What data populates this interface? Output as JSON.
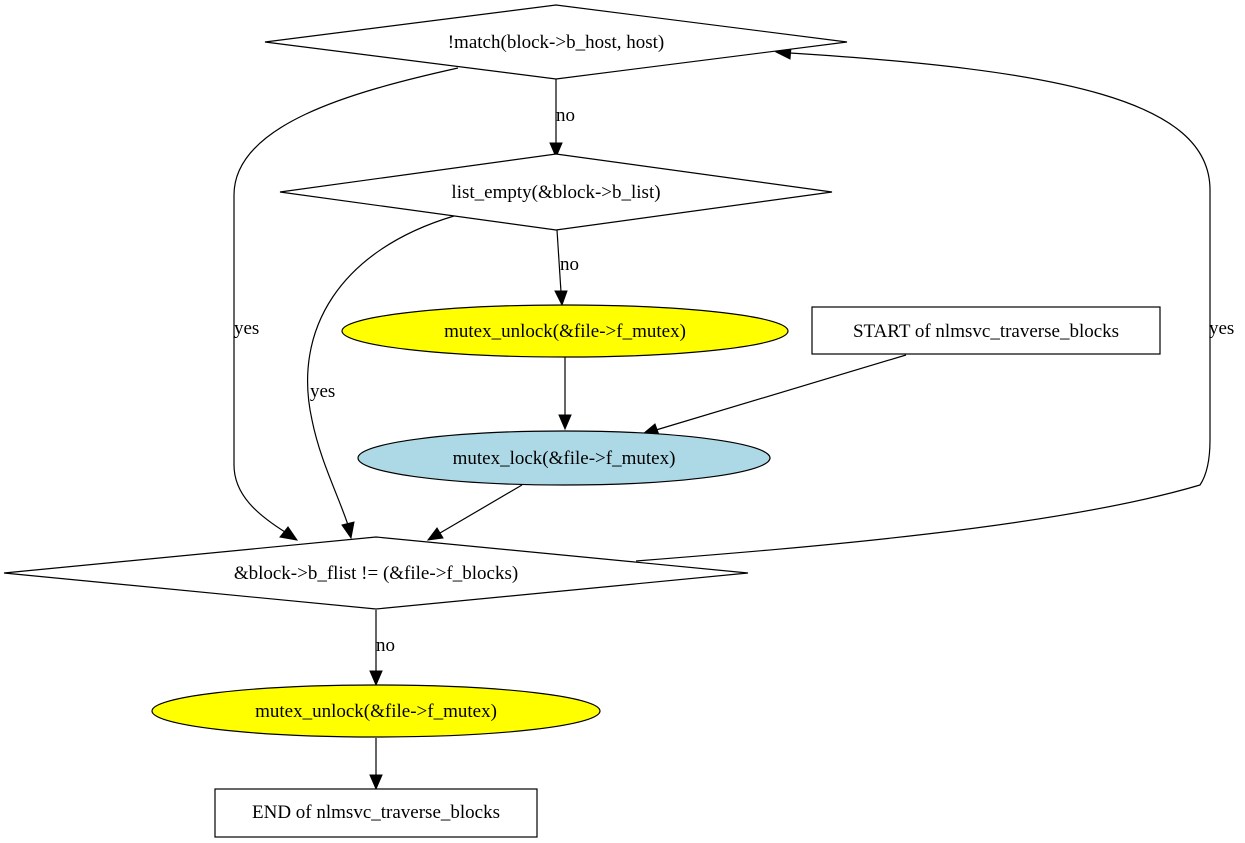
{
  "nodes": {
    "n1": {
      "label": "!match(block->b_host, host)",
      "shape": "diamond",
      "fill": "#ffffff"
    },
    "n2": {
      "label": "list_empty(&block->b_list)",
      "shape": "diamond",
      "fill": "#ffffff"
    },
    "n3": {
      "label": "mutex_unlock(&file->f_mutex)",
      "shape": "ellipse",
      "fill": "#ffff00"
    },
    "n4": {
      "label": "START of nlmsvc_traverse_blocks",
      "shape": "box",
      "fill": "#ffffff"
    },
    "n5": {
      "label": "mutex_lock(&file->f_mutex)",
      "shape": "ellipse",
      "fill": "#add8e6"
    },
    "n6": {
      "label": "&block->b_flist != (&file->f_blocks)",
      "shape": "diamond",
      "fill": "#ffffff"
    },
    "n7": {
      "label": "mutex_unlock(&file->f_mutex)",
      "shape": "ellipse",
      "fill": "#ffff00"
    },
    "n8": {
      "label": "END of nlmsvc_traverse_blocks",
      "shape": "box",
      "fill": "#ffffff"
    }
  },
  "edges": [
    {
      "from": "n1",
      "to": "n2",
      "label": "no"
    },
    {
      "from": "n1",
      "to": "n6",
      "label": "yes"
    },
    {
      "from": "n2",
      "to": "n3",
      "label": "no"
    },
    {
      "from": "n2",
      "to": "n6",
      "label": "yes"
    },
    {
      "from": "n3",
      "to": "n5",
      "label": ""
    },
    {
      "from": "n4",
      "to": "n5",
      "label": ""
    },
    {
      "from": "n5",
      "to": "n6",
      "label": ""
    },
    {
      "from": "n6",
      "to": "n1",
      "label": "yes"
    },
    {
      "from": "n6",
      "to": "n7",
      "label": "no"
    },
    {
      "from": "n7",
      "to": "n8",
      "label": ""
    }
  ]
}
